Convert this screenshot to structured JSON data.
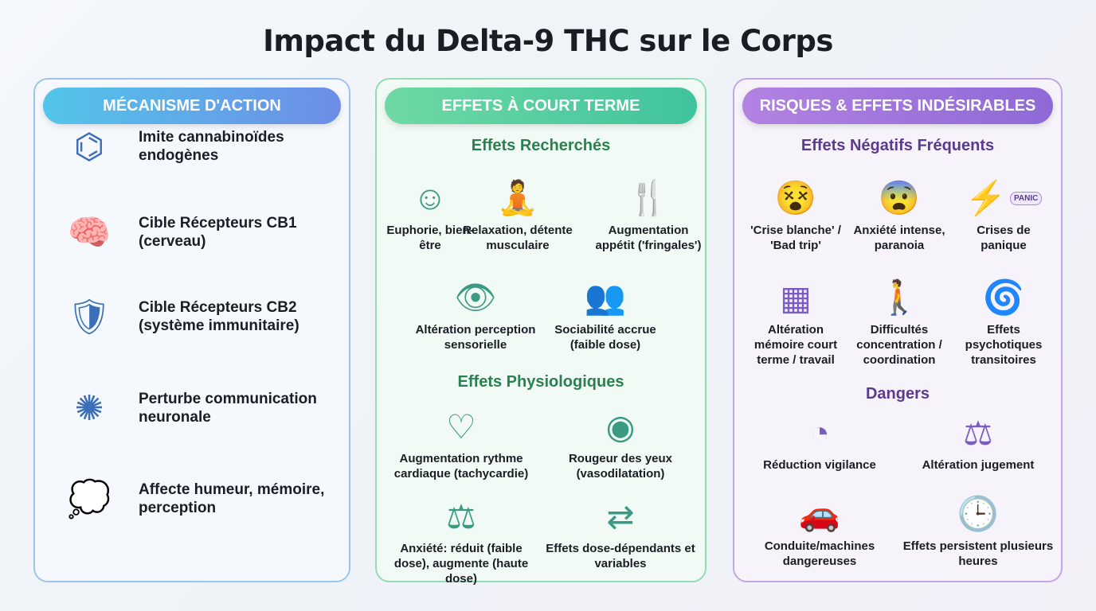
{
  "title": "Impact du Delta-9 THC sur le Corps",
  "mechanism": {
    "header": "MÉCANISME D'ACTION",
    "items": [
      {
        "label": "Imite cannabinoïdes endogènes",
        "icon": "molecule-wave-icon",
        "glyph": "⌬"
      },
      {
        "label": "Cible Récepteurs CB1 (cerveau)",
        "icon": "brain-lock-icon",
        "glyph": "🧠"
      },
      {
        "label": "Cible Récepteurs CB2 (système immunitaire)",
        "icon": "shield-check-icon",
        "glyph": "🛡"
      },
      {
        "label": "Perturbe communication neuronale",
        "icon": "neurons-icon",
        "glyph": "✺"
      },
      {
        "label": "Affecte humeur, mémoire, perception",
        "icon": "thought-cloud-question-icon",
        "glyph": "💭"
      }
    ]
  },
  "short_term": {
    "header": "EFFETS À COURT TERME",
    "desired_title": "Effets Recherchés",
    "desired": [
      {
        "label": "Euphorie, bien-être",
        "icon": "smiley-icon",
        "glyph": "☺"
      },
      {
        "label": "Relaxation, détente musculaire",
        "icon": "meditation-icon",
        "glyph": "🧘"
      },
      {
        "label": "Augmentation appétit ('fringales')",
        "icon": "fork-knife-icon",
        "glyph": "🍴"
      },
      {
        "label": "Altération perception sensorielle",
        "icon": "eye-ear-icon",
        "glyph": "👁"
      },
      {
        "label": "Sociabilité accrue (faible dose)",
        "icon": "people-chat-icon",
        "glyph": "👥"
      }
    ],
    "physio_title": "Effets Physiologiques",
    "physio": [
      {
        "label": "Augmentation rythme cardiaque (tachycardie)",
        "icon": "heart-pulse-icon",
        "glyph": "♡"
      },
      {
        "label": "Rougeur des yeux (vasodilatation)",
        "icon": "red-eye-icon",
        "glyph": "◉"
      },
      {
        "label": "Anxiété: réduit (faible dose), augmente (haute dose)",
        "icon": "balance-faces-icon",
        "glyph": "⚖"
      },
      {
        "label": "Effets dose-dépendants et variables",
        "icon": "dose-slider-icon",
        "glyph": "⇄"
      }
    ]
  },
  "risks": {
    "header": "RISQUES & EFFETS INDÉSIRABLES",
    "negative_title": "Effets Négatifs Fréquents",
    "negative": [
      {
        "label": "'Crise blanche' / 'Bad trip'",
        "icon": "dizzy-head-icon",
        "glyph": "😵"
      },
      {
        "label": "Anxiété intense, paranoia",
        "icon": "anxious-face-icon",
        "glyph": "😨"
      },
      {
        "label": "Crises de panique",
        "icon": "panic-head-icon",
        "glyph": "⚡",
        "badge": "PANIC"
      },
      {
        "label": "Altération mémoire court terme / travail",
        "icon": "broken-chip-icon",
        "glyph": "▦"
      },
      {
        "label": "Difficultés concentration / coordination",
        "icon": "tightrope-puzzle-icon",
        "glyph": "🚶"
      },
      {
        "label": "Effets psychotiques transitoires",
        "icon": "confused-head-icon",
        "glyph": "🌀"
      }
    ],
    "dangers_title": "Dangers",
    "dangers": [
      {
        "label": "Réduction vigilance",
        "icon": "sleepy-eye-icon",
        "glyph": "◔"
      },
      {
        "label": "Altération jugement",
        "icon": "scales-warning-icon",
        "glyph": "⚖"
      },
      {
        "label": "Conduite/machines dangereuses",
        "icon": "car-warning-icon",
        "glyph": "🚗"
      },
      {
        "label": "Effets persistent plusieurs heures",
        "icon": "clock-icon",
        "glyph": "🕒"
      }
    ]
  }
}
